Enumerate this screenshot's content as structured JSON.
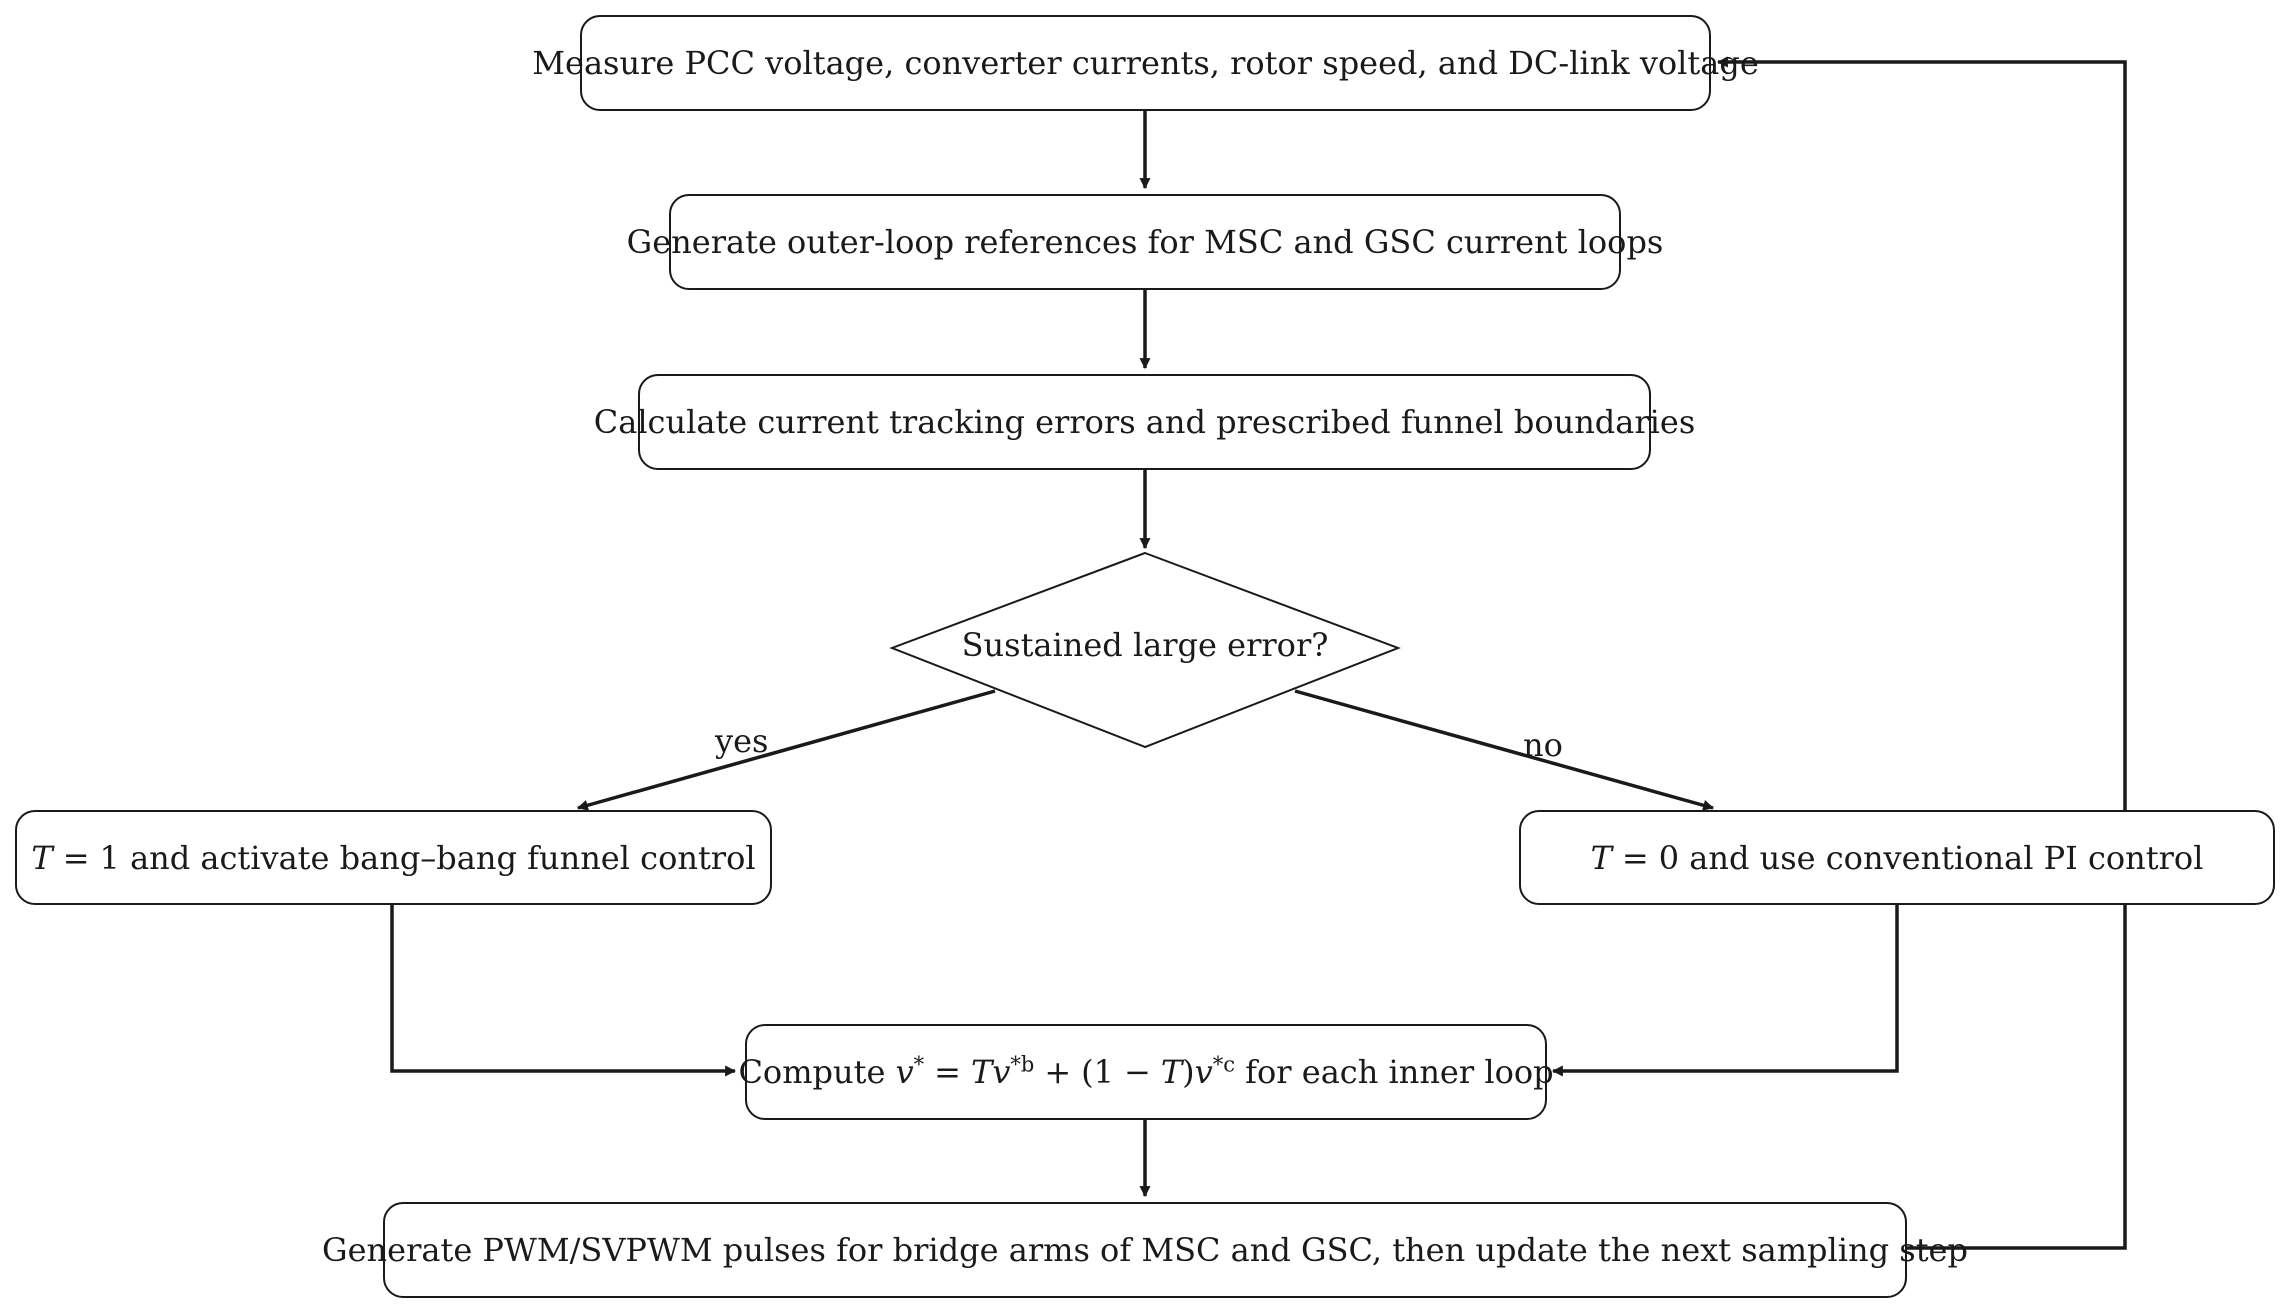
{
  "nodes": {
    "measure": "Measure PCC voltage, converter currents, rotor speed, and DC-link voltage",
    "references": "Generate outer-loop references for MSC and GSC current loops",
    "errors": "Calculate current tracking errors and prescribed funnel boundaries",
    "decision": "Sustained large error?",
    "yes_branch": {
      "var": "T",
      "eq": "=",
      "val": "1",
      "text": "and activate bang–bang funnel control"
    },
    "no_branch": {
      "var": "T",
      "eq": "=",
      "val": "0",
      "text": "and use conventional PI control"
    },
    "compute": {
      "prefix": "Compute",
      "v": "v",
      "star": "*",
      "eq": "=",
      "T": "T",
      "v2": "v",
      "sup_b": "*b",
      "plus": "+",
      "paren_open": "(1",
      "minus": "−",
      "T2": "T",
      "paren_close": ")",
      "v3": "v",
      "sup_c": "*c",
      "suffix": "for each inner loop"
    },
    "pwm": "Generate PWM/SVPWM pulses for bridge arms of MSC and GSC, then update the next sampling step"
  },
  "edges": {
    "yes_label": "yes",
    "no_label": "no"
  },
  "colors": {
    "stroke": "#1a1a1a",
    "background": "#ffffff"
  }
}
